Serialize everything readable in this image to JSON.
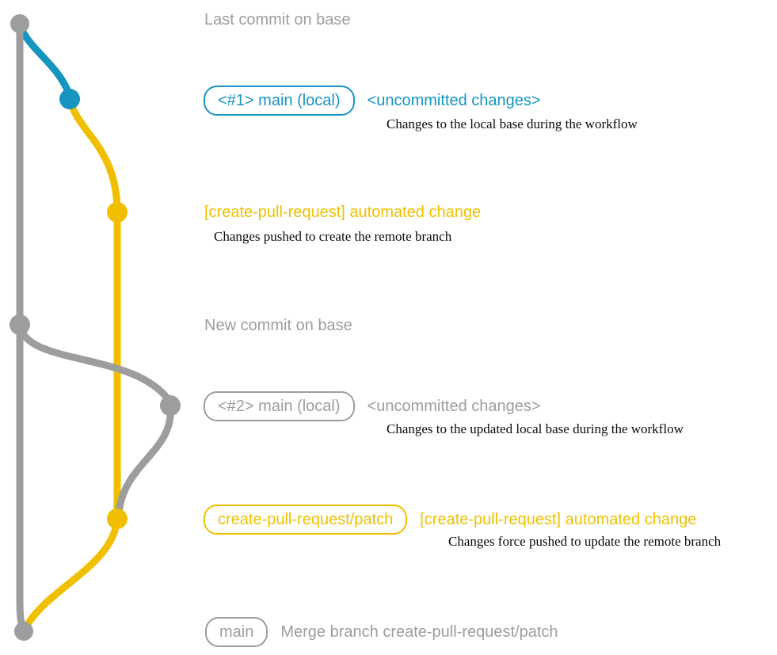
{
  "colors": {
    "gray": "#9d9d9d",
    "teal": "#1695c0",
    "yellow": "#f0c000",
    "description_text": "#0a0a0a",
    "background": "#ffffff"
  },
  "graph": {
    "nodes": [
      {
        "name": "last-commit-on-base",
        "color": "#9d9d9d"
      },
      {
        "name": "main-local-1-commit",
        "color": "#1695c0"
      },
      {
        "name": "create-pull-request-commit-1",
        "color": "#f0c000"
      },
      {
        "name": "new-commit-on-base",
        "color": "#9d9d9d"
      },
      {
        "name": "main-local-2-commit",
        "color": "#9d9d9d"
      },
      {
        "name": "create-pull-request-commit-2",
        "color": "#f0c000"
      },
      {
        "name": "merge-commit",
        "color": "#9d9d9d"
      }
    ]
  },
  "labels": {
    "last_commit": "Last commit on base",
    "branch1_badge": "<#1> main (local)",
    "branch1_status": "<uncommitted changes>",
    "branch1_desc": "Changes to the local base during the workflow",
    "push1_title": "[create-pull-request] automated change",
    "push1_desc": "Changes pushed to create the remote branch",
    "new_commit": "New commit on base",
    "branch2_badge": "<#2> main (local)",
    "branch2_status": "<uncommitted changes>",
    "branch2_desc": "Changes to the updated local base during the workflow",
    "patch_badge": "create-pull-request/patch",
    "push2_title": "[create-pull-request] automated change",
    "push2_desc": "Changes force pushed to update the remote branch",
    "main_badge": "main",
    "merge_text": "Merge branch create-pull-request/patch"
  }
}
